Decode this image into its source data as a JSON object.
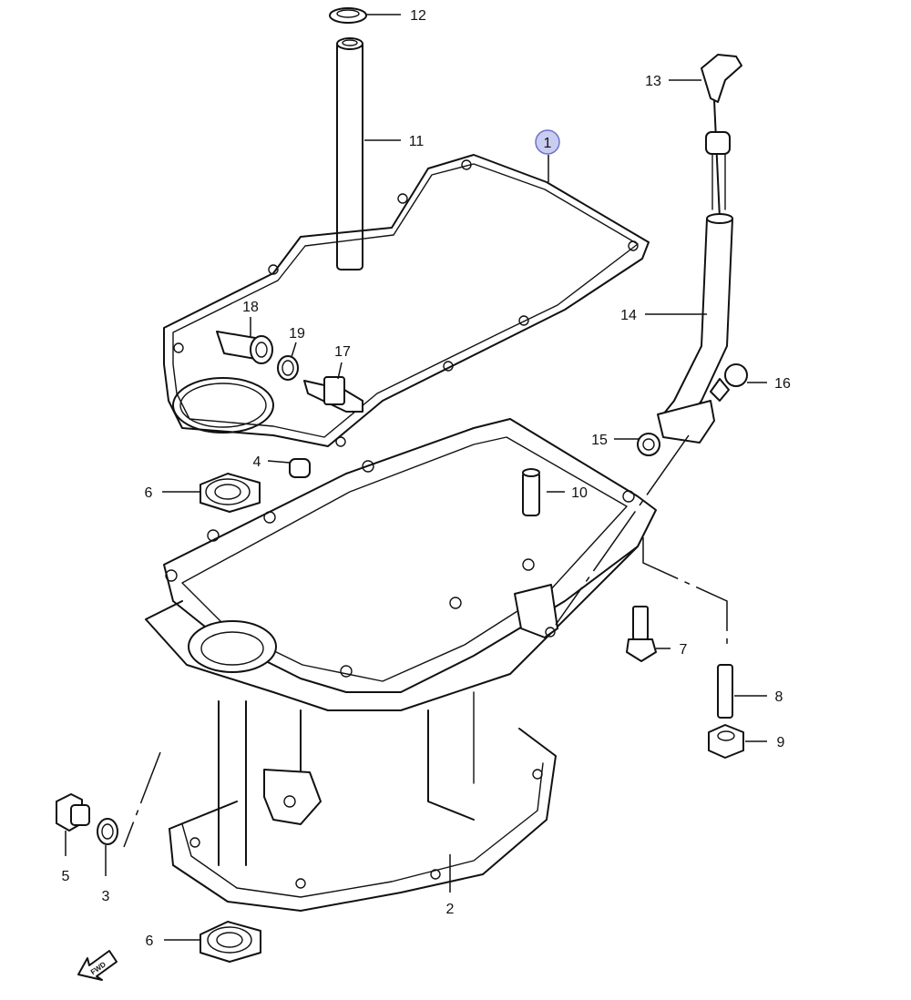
{
  "diagram": {
    "callouts": [
      "1",
      "2",
      "3",
      "4",
      "5",
      "6",
      "6",
      "7",
      "8",
      "9",
      "10",
      "11",
      "12",
      "13",
      "14",
      "15",
      "16",
      "17",
      "18",
      "19"
    ],
    "highlighted_callout": "1",
    "fwd_label": "FWD",
    "colors": {
      "line": "#111111",
      "background": "#ffffff",
      "highlight": "#c9cdf2"
    }
  }
}
